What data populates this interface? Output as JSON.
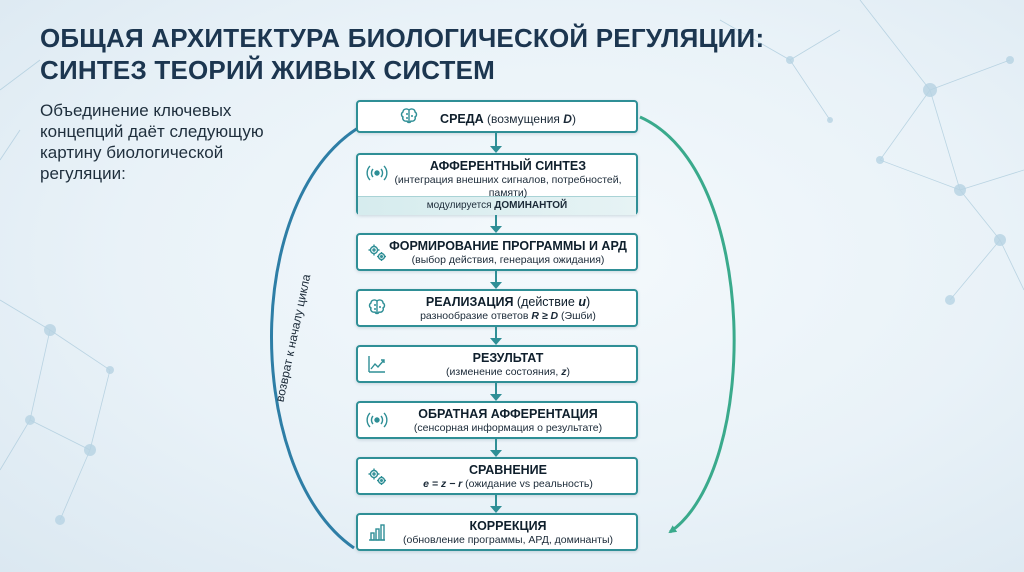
{
  "title_line1": "ОБЩАЯ АРХИТЕКТУРА БИОЛОГИЧЕСКОЙ РЕГУЛЯЦИИ:",
  "title_line2": "СИНТЕЗ ТЕОРИЙ ЖИВЫХ СИСТЕМ",
  "intro": "Объединение ключевых концепций даёт следующую картину биологической регуляции:",
  "loop_label": "возврат к началу цикла",
  "colors": {
    "accent": "#2f8f96",
    "loop_left": "#2e7ea6",
    "loop_right": "#3aaa8c",
    "title": "#1c3650"
  },
  "steps": [
    {
      "icon": "brain-icon",
      "main_bold": "СРЕДА",
      "main_rest": " (возмущения ",
      "main_var": "D",
      "main_end": ")"
    },
    {
      "icon": "signal-icon",
      "main": "АФФЕРЕНТНЫЙ СИНТЕЗ",
      "sub": "(интеграция внешних сигналов, потребностей, памяти)",
      "mod_prefix": "модулируется ",
      "mod_bold": "ДОМИНАНТОЙ"
    },
    {
      "icon": "gears-icon",
      "main": "ФОРМИРОВАНИЕ ПРОГРАММЫ И АРД",
      "sub": "(выбор действия, генерация ожидания)"
    },
    {
      "icon": "brain-icon",
      "main_bold": "РЕАЛИЗАЦИЯ",
      "main_rest": " (действие ",
      "main_var": "u",
      "main_end": ")",
      "sub_pre": "разнообразие ответов ",
      "sub_var": "R ≥ D",
      "sub_end": " (Эшби)"
    },
    {
      "icon": "chart-up-icon",
      "main": "РЕЗУЛЬТАТ",
      "sub_pre": "(изменение состояния, ",
      "sub_var": "z",
      "sub_end": ")"
    },
    {
      "icon": "signal-icon",
      "main": "ОБРАТНАЯ АФФЕРЕНТАЦИЯ",
      "sub": "(сенсорная информация о результате)"
    },
    {
      "icon": "gears-icon",
      "main": "СРАВНЕНИЕ",
      "sub_var": "e = z − r",
      "sub_end": " (ожидание vs реальность)"
    },
    {
      "icon": "bar-chart-icon",
      "main": "КОРРЕКЦИЯ",
      "sub": "(обновление программы, АРД, доминанты)"
    }
  ]
}
